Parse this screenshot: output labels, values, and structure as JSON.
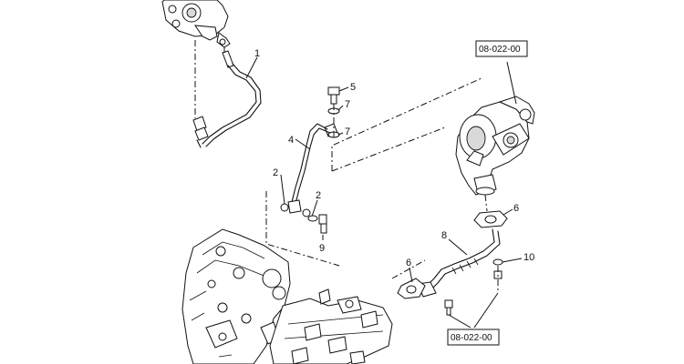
{
  "callouts": {
    "c1": "1",
    "c2a": "2",
    "c2b": "2",
    "c4": "4",
    "c5": "5",
    "c6a": "6",
    "c6b": "6",
    "c7a": "7",
    "c7b": "7",
    "c8": "8",
    "c9": "9",
    "c10": "10"
  },
  "references": {
    "top": "08-022-00",
    "bottom": "08-022-00"
  }
}
